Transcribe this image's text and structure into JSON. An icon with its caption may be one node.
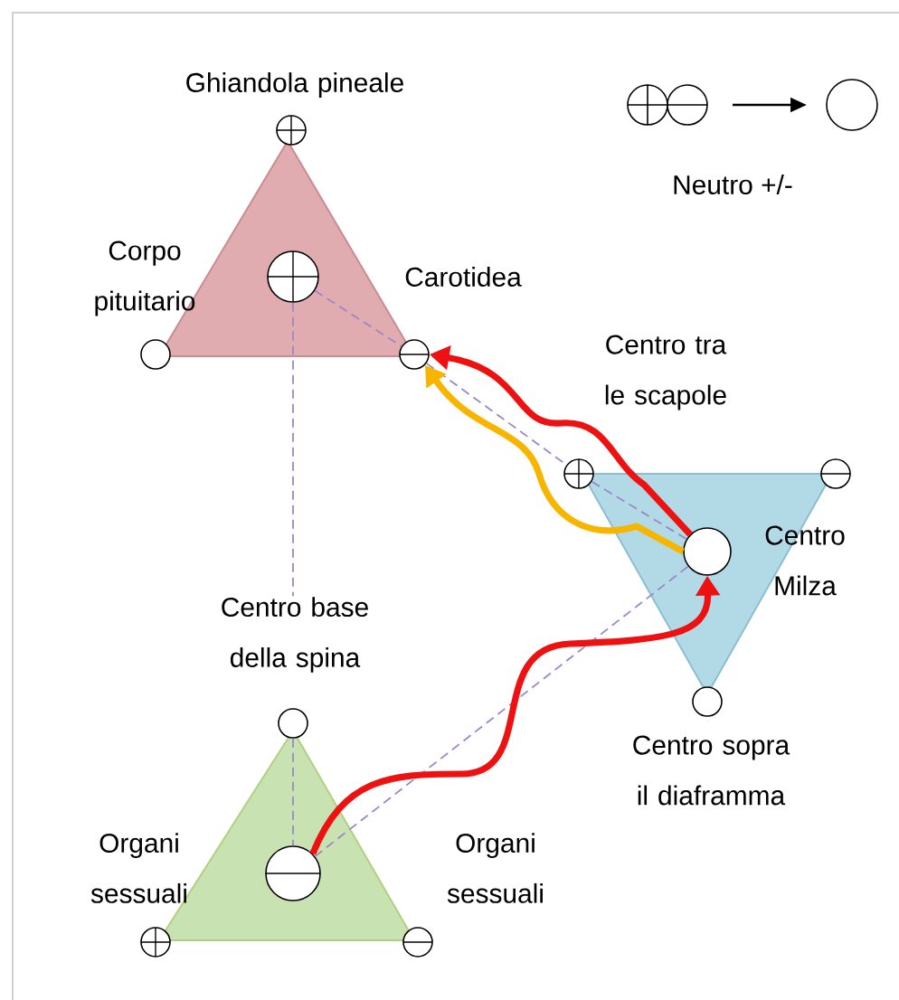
{
  "diagram": {
    "nodes": [
      {
        "text": [],
        "shape": "circle",
        "beside": [
          "Ghiandola pineale"
        ]
      },
      {
        "text": [],
        "shape": "circle",
        "beside": [
          "Corpo pituitario"
        ]
      },
      {
        "text": [],
        "shape": "circle"
      },
      {
        "text": [],
        "shape": "circle",
        "beside": [
          "Carotidea"
        ]
      },
      {
        "text": [],
        "shape": "circle",
        "beside": [
          "Centro tra le scapole"
        ]
      },
      {
        "text": [],
        "shape": "circle"
      },
      {
        "text": [],
        "shape": "circle",
        "beside": [
          "Centro Milza"
        ]
      },
      {
        "text": [],
        "shape": "circle",
        "beside": [
          "Centro base della spina"
        ]
      },
      {
        "text": [],
        "shape": "circle",
        "beside": [
          "Centro sopra il diaframma"
        ]
      },
      {
        "text": [],
        "shape": "circle"
      },
      {
        "text": [],
        "shape": "circle",
        "beside": [
          "Organi sessuali"
        ]
      },
      {
        "text": [],
        "shape": "circle",
        "beside": [
          "Organi sessuali"
        ]
      }
    ],
    "edges": [
      {
        "from": 2,
        "to": 3,
        "arrow": "none",
        "style": "dashed",
        "color": "#9d86c8"
      },
      {
        "from": 3,
        "to": 4,
        "arrow": "none",
        "style": "dashed",
        "color": "#9d86c8"
      },
      {
        "from": 4,
        "to": 6,
        "arrow": "none",
        "style": "dashed",
        "color": "#9d86c8"
      },
      {
        "from": 2,
        "to": 7,
        "arrow": "none",
        "style": "dashed",
        "color": "#9d86c8"
      },
      {
        "from": 7,
        "to": 9,
        "arrow": "none",
        "style": "dashed",
        "color": "#9d86c8"
      },
      {
        "from": 9,
        "to": 6,
        "arrow": "none",
        "style": "dashed",
        "color": "#9d86c8"
      },
      {
        "from": 9,
        "to": 6,
        "arrow": "to",
        "style": "thick",
        "color": "#ee1111"
      },
      {
        "from": 6,
        "to": 3,
        "arrow": "to",
        "style": "thick",
        "color": "#ee1111"
      },
      {
        "from": 6,
        "to": 3,
        "arrow": "to",
        "style": "thick",
        "color": "#f7b500"
      }
    ],
    "labels": [
      "Neutro +/-"
    ]
  }
}
